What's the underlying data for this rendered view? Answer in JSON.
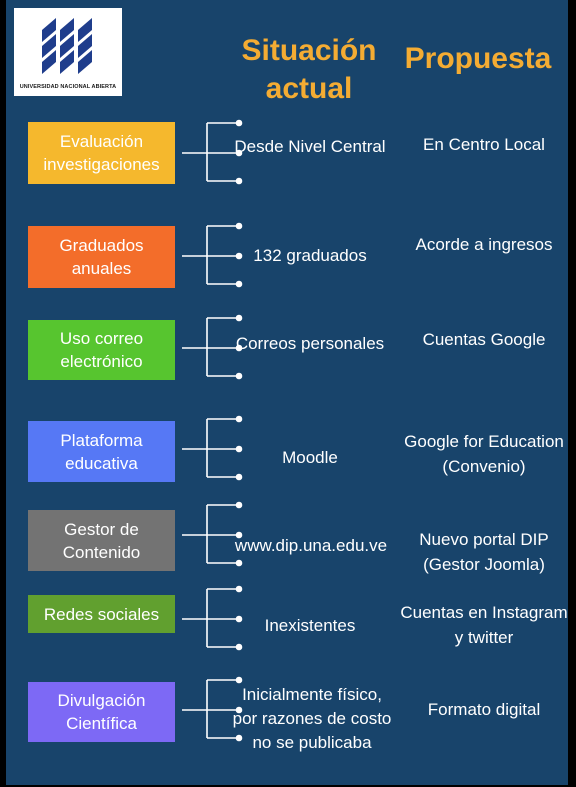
{
  "logo": {
    "text": "UNIVERSIDAD NACIONAL ABIERTA"
  },
  "headers": {
    "current": "Situación actual",
    "proposal": "Propuesta"
  },
  "colors": {
    "background": "#18446b",
    "header": "#f4ac33",
    "yellow": "#f5b82d",
    "orange": "#f36d2a",
    "green": "#57c52f",
    "blue": "#5678f5",
    "gray": "#737373",
    "olive": "#61a02f",
    "purple": "#7d69f5"
  },
  "rows": [
    {
      "category": "Evaluación investigaciones",
      "current": "Desde Nivel Central",
      "proposal": "En Centro Local",
      "color": "#f5b82d"
    },
    {
      "category": "Graduados anuales",
      "current": "132  graduados",
      "proposal": "Acorde a ingresos",
      "color": "#f36d2a"
    },
    {
      "category": "Uso correo electrónico",
      "current": "Correos personales",
      "proposal": "Cuentas Google",
      "color": "#57c52f"
    },
    {
      "category": "Plataforma educativa",
      "current": "Moodle",
      "proposal": "Google for Education (Convenio)",
      "color": "#5678f5"
    },
    {
      "category": "Gestor de Contenido",
      "current": "www.dip.una.edu.ve",
      "proposal": "Nuevo portal DIP (Gestor Joomla)",
      "color": "#737373"
    },
    {
      "category": "Redes sociales",
      "current": "Inexistentes",
      "proposal": "Cuentas en Instagram y twitter",
      "color": "#61a02f"
    },
    {
      "category": "Divulgación Científica",
      "current": "Inicialmente físico, por razones de costo no se publicaba",
      "proposal": "Formato digital",
      "color": "#7d69f5"
    }
  ]
}
